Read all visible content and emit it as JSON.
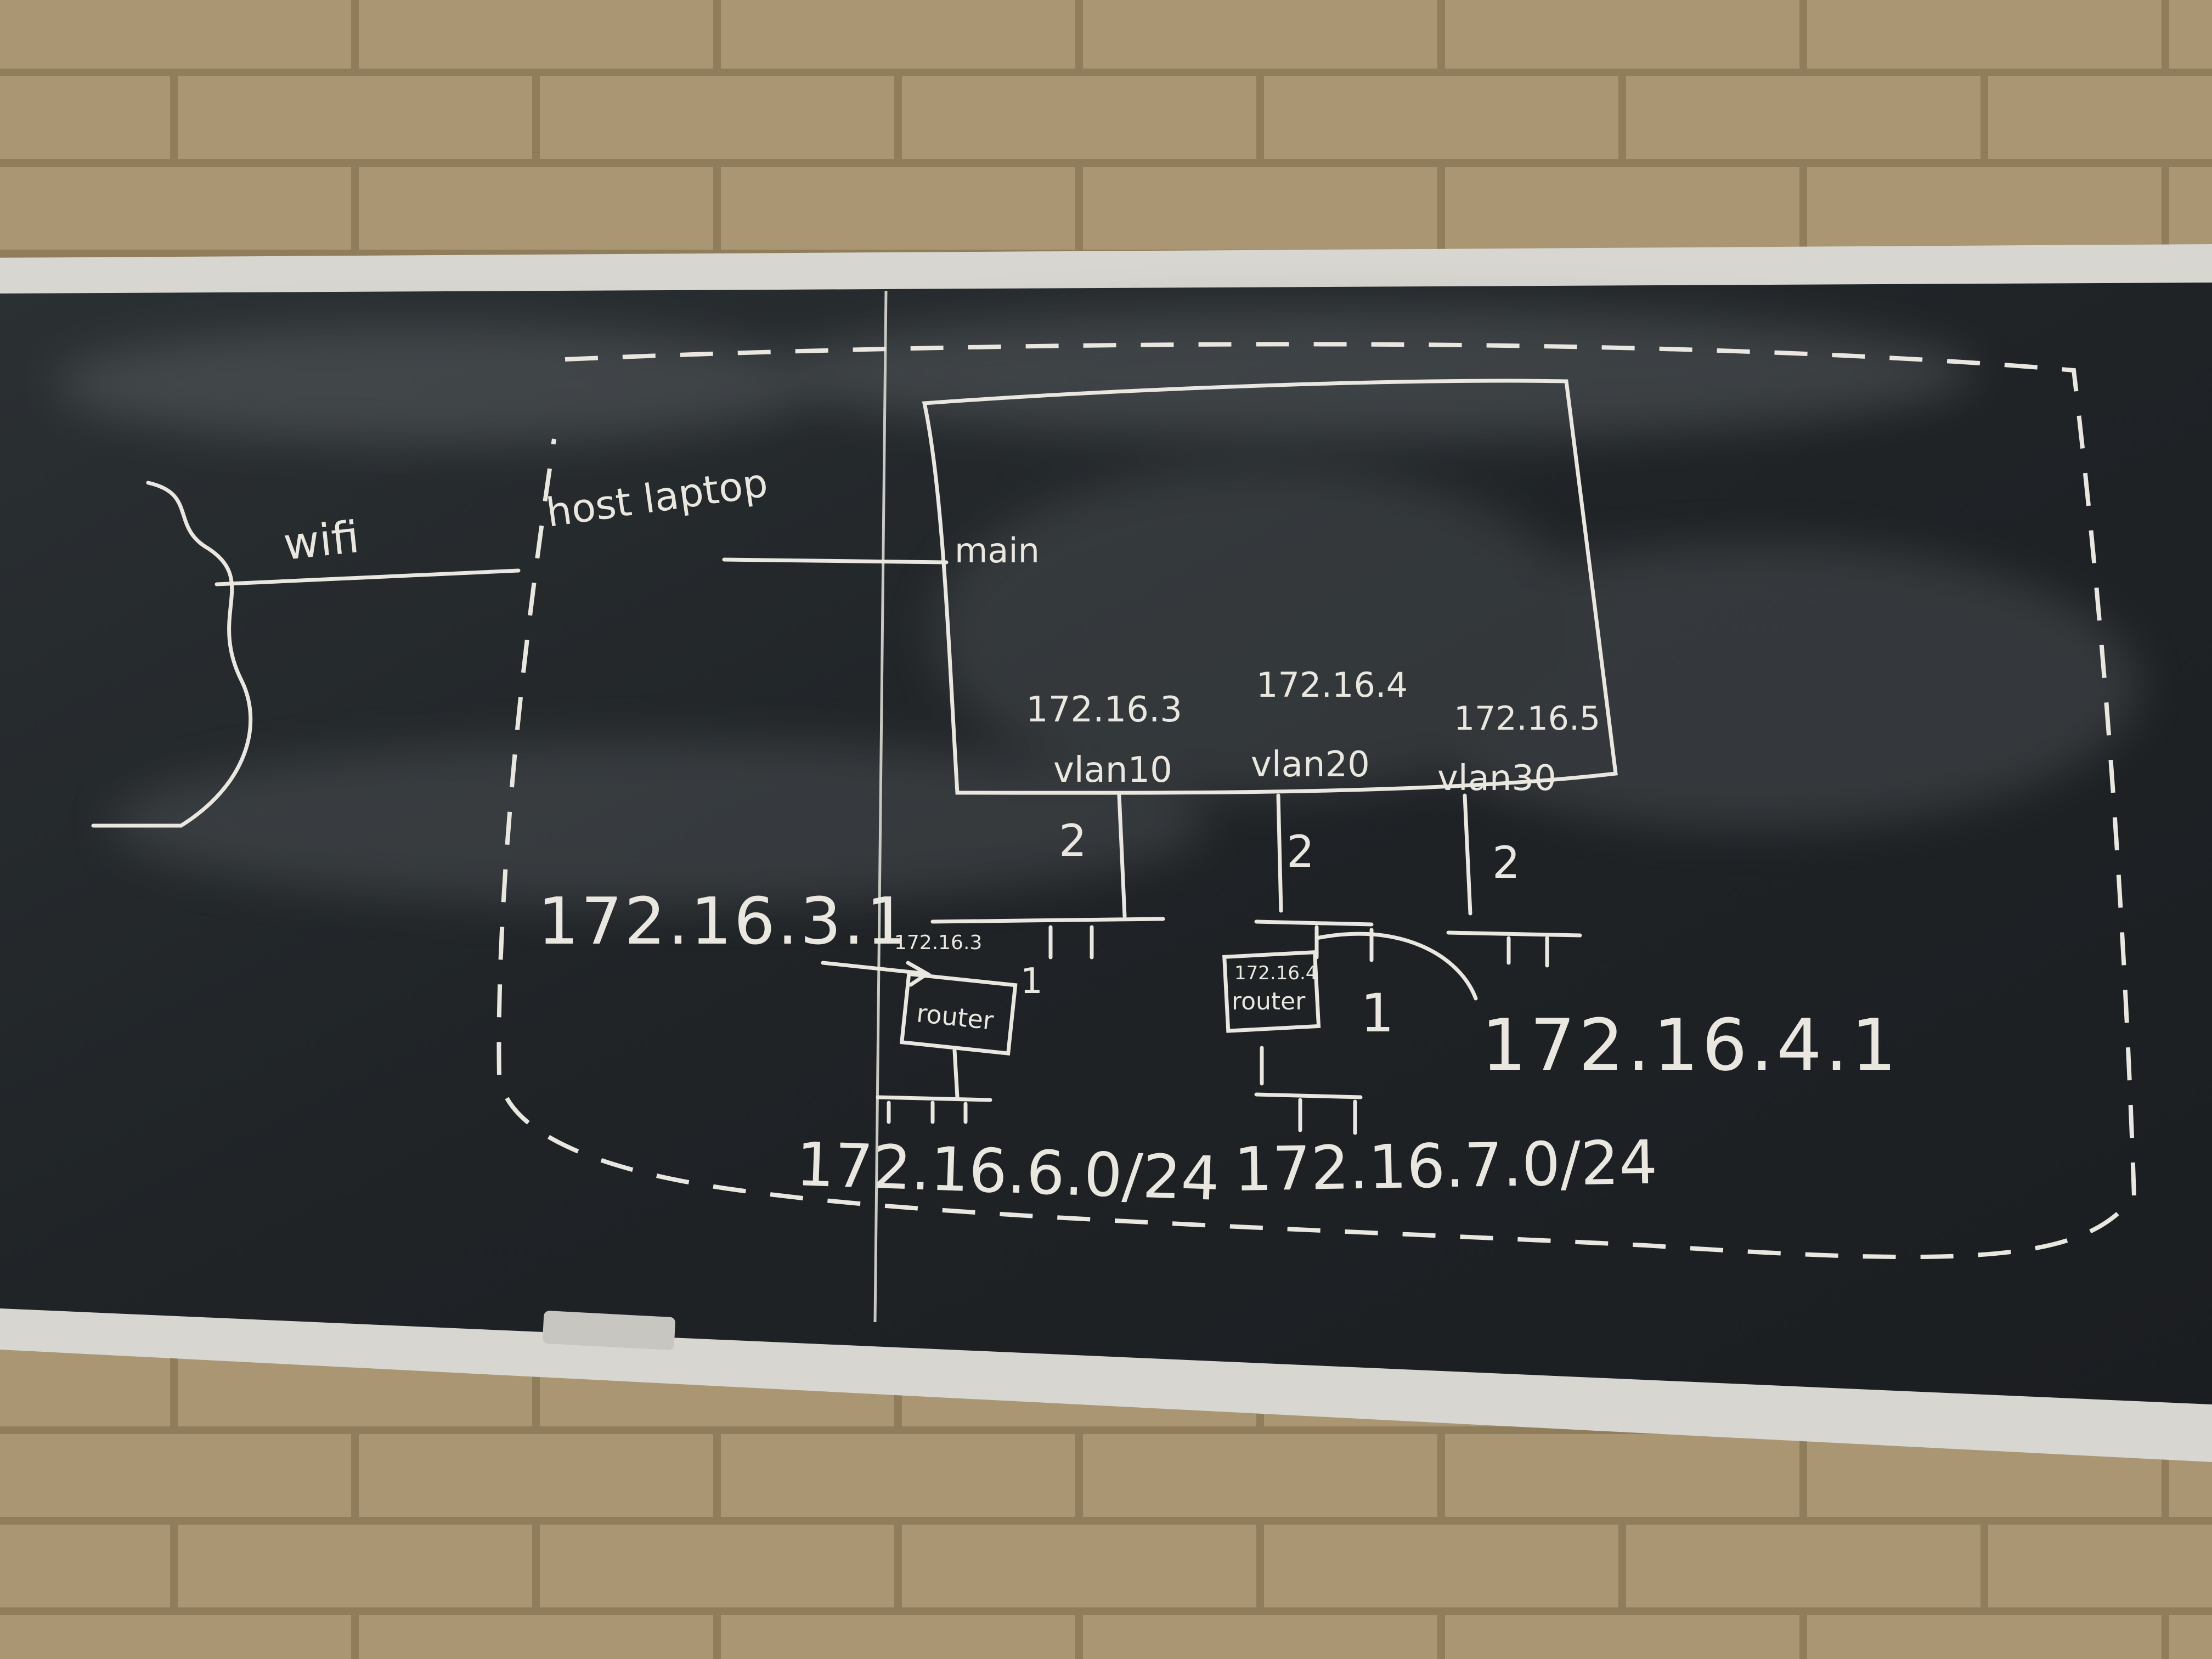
{
  "board": {
    "wifi_label": "wifi",
    "host_laptop_label": "host laptop",
    "main_label": "main",
    "vlans": [
      {
        "ip": "172.16.3",
        "name": "vlan10",
        "link": "2"
      },
      {
        "ip": "172.16.4",
        "name": "vlan20",
        "link": "2"
      },
      {
        "ip": "172.16.5",
        "name": "vlan30",
        "link": "2"
      }
    ],
    "gateway_left": "172.16.3.1",
    "gateway_right": "172.16.4.1",
    "routers": [
      {
        "ip": "172.16.3",
        "label": "router",
        "link": "1"
      },
      {
        "ip": "172.16.4",
        "label": "router",
        "link": "1"
      }
    ],
    "subnets": [
      "172.16.6.0/24",
      "172.16.7.0/24"
    ]
  },
  "colors": {
    "wall": "#a8956f",
    "mortar": "#8f7d5c",
    "board": "#23272a",
    "frame": "#d8d6d0",
    "chalk": "#e9e7e0"
  }
}
